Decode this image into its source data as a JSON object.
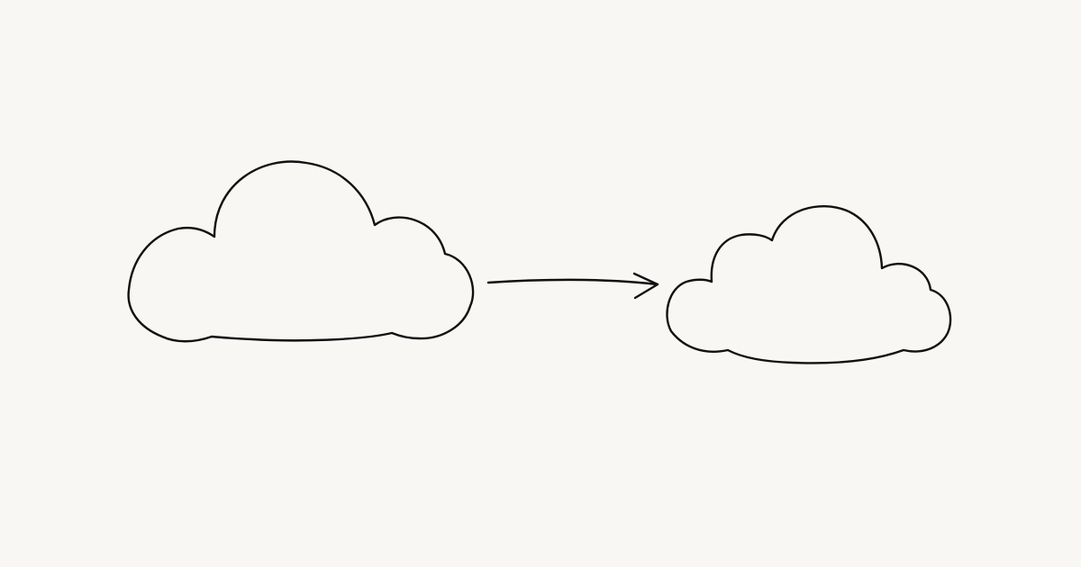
{
  "colors": {
    "background": "#f8f7f4",
    "ink": "#111111"
  },
  "diagram": {
    "nodes": [
      {
        "id": "source-cloud",
        "shape": "cloud",
        "text": ""
      },
      {
        "id": "target-cloud",
        "shape": "cloud",
        "text": ""
      }
    ],
    "edges": [
      {
        "from": "source-cloud",
        "to": "target-cloud",
        "style": "hand-drawn-arrow"
      }
    ]
  }
}
